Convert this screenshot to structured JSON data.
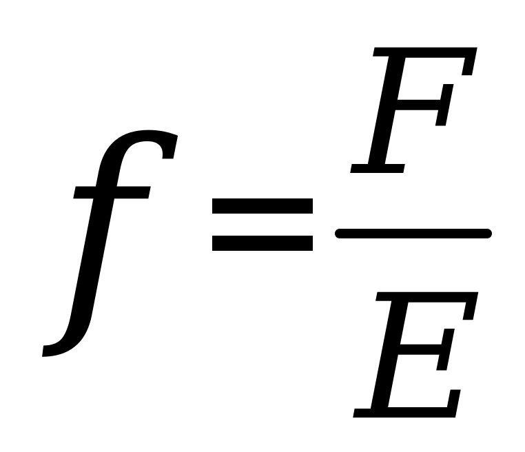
{
  "formula": {
    "lhs": "f",
    "operator": "=",
    "numerator": "F",
    "denominator": "E"
  }
}
